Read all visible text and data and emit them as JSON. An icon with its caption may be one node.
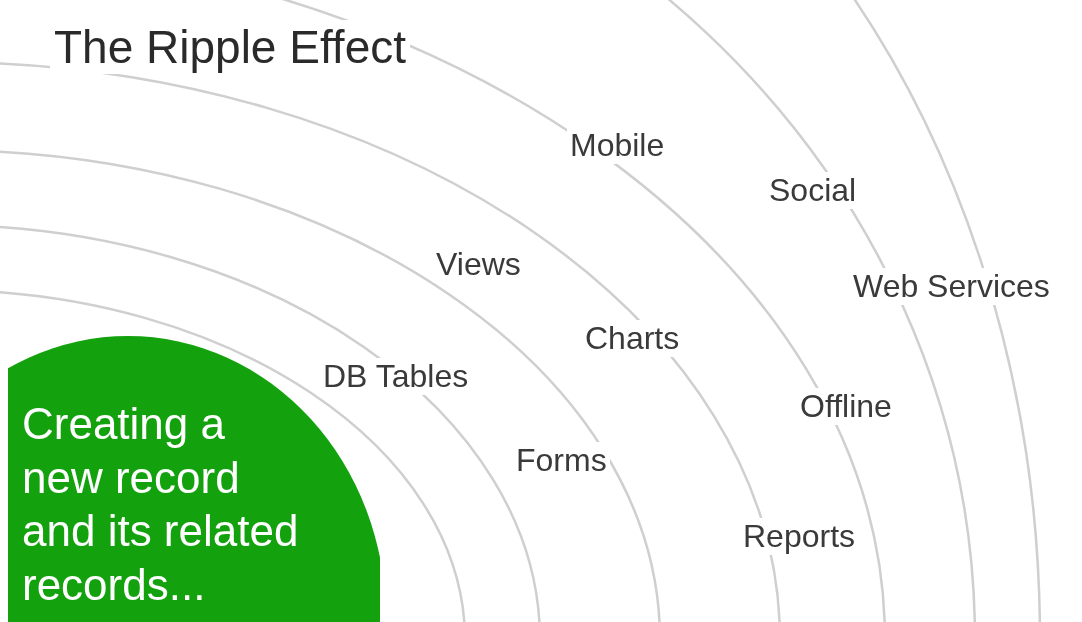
{
  "diagram": {
    "title": "The Ripple Effect",
    "nodes": [
      {
        "text": [
          "Creating a new record and its related records..."
        ]
      }
    ],
    "labels": [
      "Mobile",
      "Social",
      "Views",
      "Web Services",
      "Charts",
      "DB Tables",
      "Offline",
      "Forms",
      "Reports"
    ]
  }
}
